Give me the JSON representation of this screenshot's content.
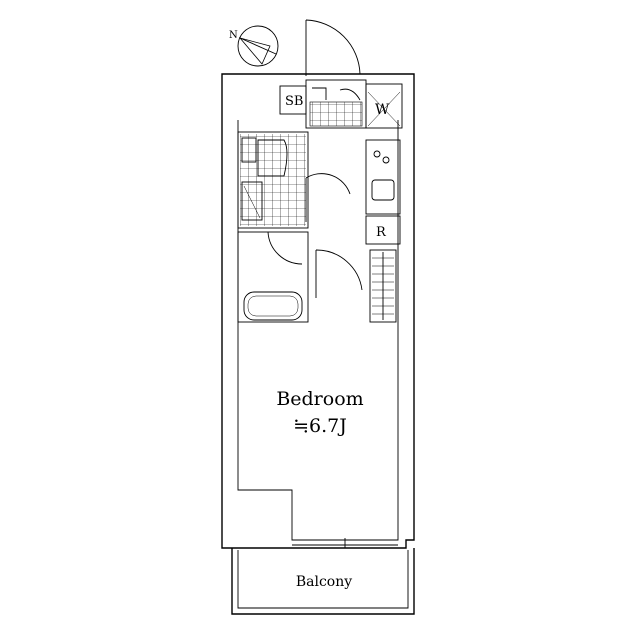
{
  "labels": {
    "sb": "SB",
    "wi": "W",
    "refrigerator": "R",
    "bedroom": "Bedroom",
    "bedroom_size": "≒6.7J",
    "balcony": "Balcony"
  },
  "compass": {
    "north_label": "N"
  }
}
